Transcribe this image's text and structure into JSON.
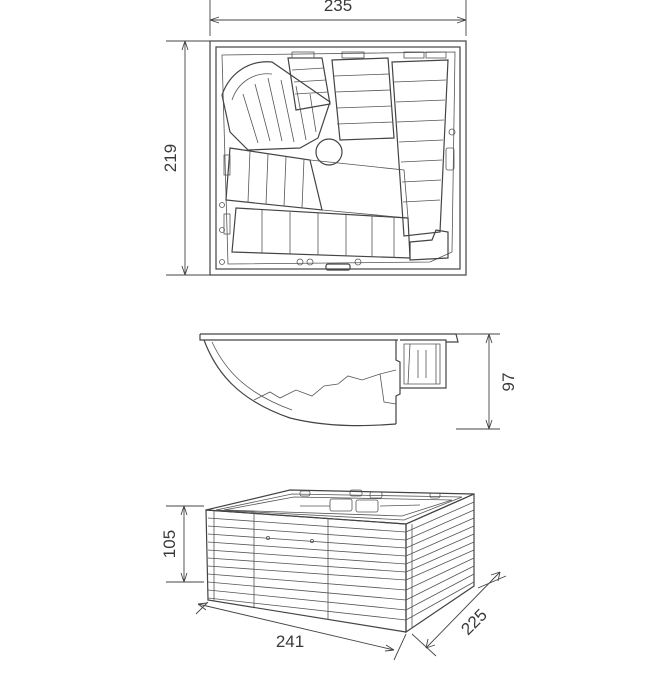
{
  "drawing": {
    "views": [
      {
        "name": "top-view"
      },
      {
        "name": "side-section"
      },
      {
        "name": "perspective"
      }
    ]
  },
  "dimensions": {
    "top_width": "235",
    "top_depth": "219",
    "section_height": "97",
    "body_height": "105",
    "body_length": "241",
    "body_width": "225"
  }
}
